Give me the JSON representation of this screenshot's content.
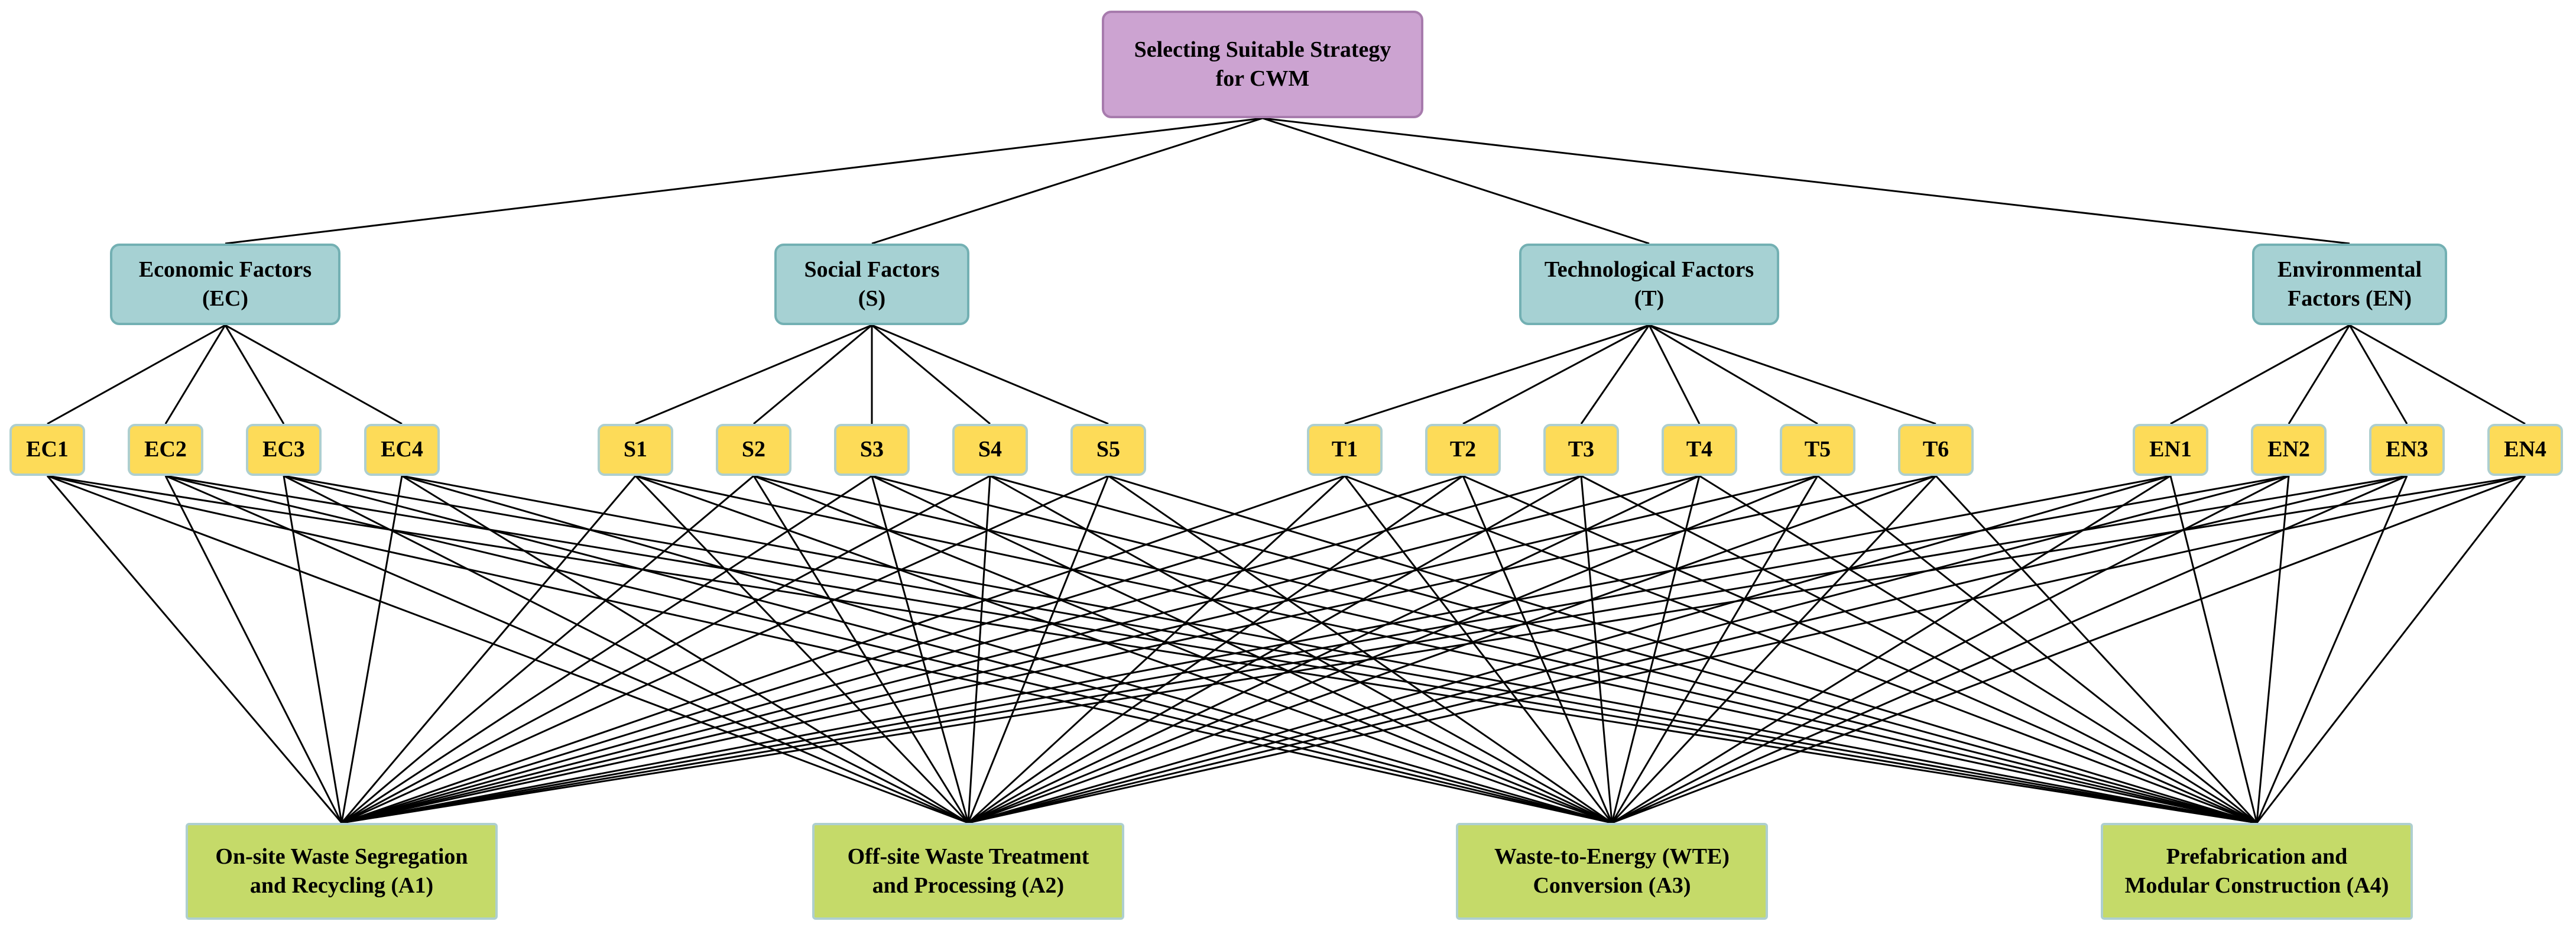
{
  "goal": {
    "line1": "Selecting Suitable Strategy",
    "line2": "for CWM"
  },
  "criteria": [
    {
      "line1": "Economic Factors",
      "line2": "(EC)"
    },
    {
      "line1": "Social Factors",
      "line2": "(S)"
    },
    {
      "line1": "Technological Factors",
      "line2": "(T)"
    },
    {
      "line1": "Environmental",
      "line2": "Factors (EN)"
    }
  ],
  "subcriteria": [
    [
      "EC1",
      "EC2",
      "EC3",
      "EC4"
    ],
    [
      "S1",
      "S2",
      "S3",
      "S4",
      "S5"
    ],
    [
      "T1",
      "T2",
      "T3",
      "T4",
      "T5",
      "T6"
    ],
    [
      "EN1",
      "EN2",
      "EN3",
      "EN4"
    ]
  ],
  "alternatives": [
    {
      "line1": "On-site Waste Segregation",
      "line2": "and Recycling (A1)"
    },
    {
      "line1": "Off-site Waste Treatment",
      "line2": "and Processing (A2)"
    },
    {
      "line1": "Waste-to-Energy (WTE)",
      "line2": "Conversion (A3)"
    },
    {
      "line1": "Prefabrication and",
      "line2": "Modular Construction (A4)"
    }
  ],
  "colors": {
    "goal_fill": "#cca3d1",
    "criterion_fill": "#a6d1d3",
    "subcriterion_fill": "#fddb58",
    "alternative_fill": "#c5da69",
    "connector": "#000000"
  }
}
